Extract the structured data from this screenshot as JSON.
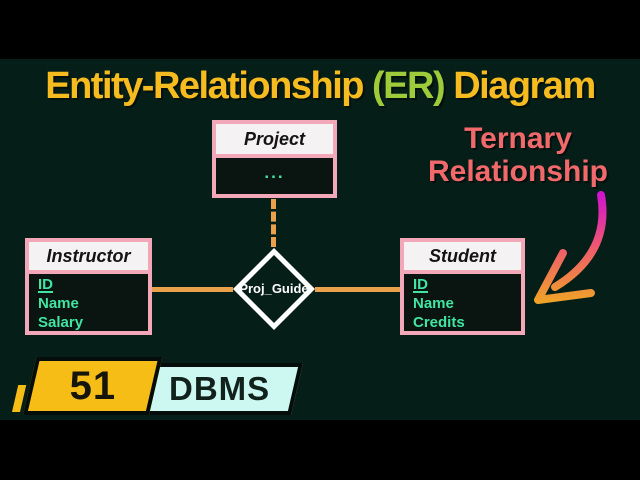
{
  "title": {
    "part1": "Entity-Relationship ",
    "highlight": "(ER) ",
    "part2": "Diagram"
  },
  "annotation": {
    "line1": "Ternary",
    "line2": "Relationship"
  },
  "diagram": {
    "project": {
      "name": "Project",
      "attr1": "..."
    },
    "instructor": {
      "name": "Instructor",
      "attr1": "ID",
      "attr2": "Name",
      "attr3": "Salary"
    },
    "student": {
      "name": "Student",
      "attr1": "ID",
      "attr2": "Name",
      "attr3": "Credits"
    },
    "relationship": {
      "label": "Proj_Guide"
    }
  },
  "badge": {
    "episode": "51",
    "series": "DBMS"
  },
  "colors": {
    "background": "#061e18",
    "letterbox": "#000000",
    "title_yellow": "#f6bb1e",
    "title_green": "#9ecb3a",
    "entity_pink": "#f3a8ba",
    "entity_header_white": "#f5f2f3",
    "attribute_green": "#40e5a2",
    "connector_orange": "#e9a14b",
    "annotation_red": "#f2696b",
    "arrow_magenta": "#cf12cf",
    "arrow_orange": "#efa426",
    "badge_yellow": "#f6bd17",
    "badge_cyan": "#cdf7f1"
  }
}
